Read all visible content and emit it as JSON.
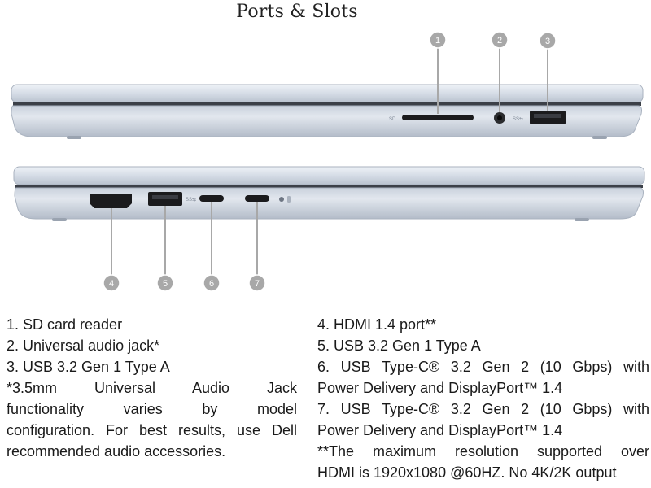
{
  "title": "Ports & Slots",
  "callouts": [
    "1",
    "2",
    "3",
    "4",
    "5",
    "6",
    "7"
  ],
  "left_column": {
    "items": [
      "1. SD card reader",
      "2. Universal audio jack*",
      "3. USB 3.2 Gen 1 Type A"
    ],
    "note_lines": [
      "*3.5mm Universal Audio Jack",
      "functionality varies by model",
      "configuration. For best results, use Dell",
      "recommended audio accessories."
    ]
  },
  "right_column": {
    "lines": [
      "4. HDMI 1.4 port**",
      "5. USB 3.2 Gen 1 Type A",
      "6. USB Type-C® 3.2 Gen 2 (10 Gbps) with",
      "Power Delivery and DisplayPort™ 1.4",
      "7. USB Type-C® 3.2 Gen 2 (10 Gbps) with",
      "Power Delivery and DisplayPort™ 1.4",
      "**The maximum resolution supported over",
      "HDMI is 1920x1080 @60HZ. No 4K/2K output"
    ]
  },
  "colors": {
    "chassis_light": "#dde3ec",
    "chassis_mid": "#c4ccd8",
    "chassis_dark": "#8f99a8",
    "callout_circle": "#a8a8a8",
    "port_black": "#1b1b1d"
  }
}
